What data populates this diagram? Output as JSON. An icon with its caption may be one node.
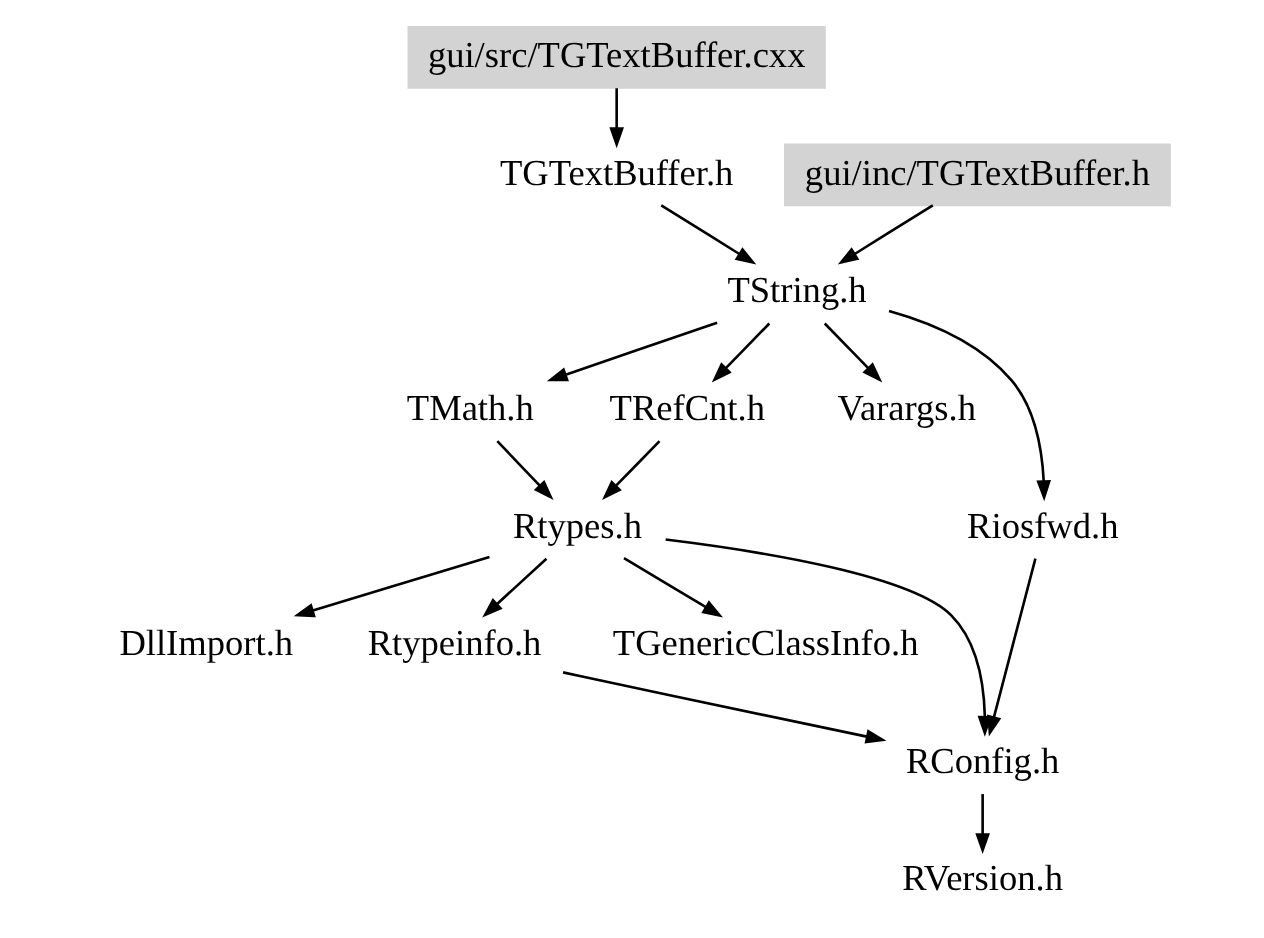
{
  "diagram": {
    "nodes": [
      {
        "text": [
          "gui/src/TGTextBuffer.cxx"
        ]
      },
      {
        "text": [
          "gui/inc/TGTextBuffer.h"
        ]
      },
      {
        "text": [
          "TGTextBuffer.h"
        ]
      },
      {
        "text": [
          "TString.h"
        ]
      },
      {
        "text": [
          "TMath.h"
        ]
      },
      {
        "text": [
          "TRefCnt.h"
        ]
      },
      {
        "text": [
          "Varargs.h"
        ]
      },
      {
        "text": [
          "Riosfwd.h"
        ]
      },
      {
        "text": [
          "Rtypes.h"
        ]
      },
      {
        "text": [
          "DllImport.h"
        ]
      },
      {
        "text": [
          "Rtypeinfo.h"
        ]
      },
      {
        "text": [
          "TGenericClassInfo.h"
        ]
      },
      {
        "text": [
          "RConfig.h"
        ]
      },
      {
        "text": [
          "RVersion.h"
        ]
      }
    ],
    "edges": [
      {
        "from": 0,
        "to": 2,
        "arrow": "to"
      },
      {
        "from": 1,
        "to": 3,
        "arrow": "to"
      },
      {
        "from": 2,
        "to": 3,
        "arrow": "to"
      },
      {
        "from": 3,
        "to": 4,
        "arrow": "to"
      },
      {
        "from": 3,
        "to": 5,
        "arrow": "to"
      },
      {
        "from": 3,
        "to": 6,
        "arrow": "to"
      },
      {
        "from": 3,
        "to": 7,
        "arrow": "to"
      },
      {
        "from": 4,
        "to": 8,
        "arrow": "to"
      },
      {
        "from": 5,
        "to": 8,
        "arrow": "to"
      },
      {
        "from": 8,
        "to": 9,
        "arrow": "to"
      },
      {
        "from": 8,
        "to": 10,
        "arrow": "to"
      },
      {
        "from": 8,
        "to": 11,
        "arrow": "to"
      },
      {
        "from": 8,
        "to": 12,
        "arrow": "to"
      },
      {
        "from": 10,
        "to": 12,
        "arrow": "to"
      },
      {
        "from": 7,
        "to": 12,
        "arrow": "to"
      },
      {
        "from": 12,
        "to": 13,
        "arrow": "to"
      }
    ]
  }
}
